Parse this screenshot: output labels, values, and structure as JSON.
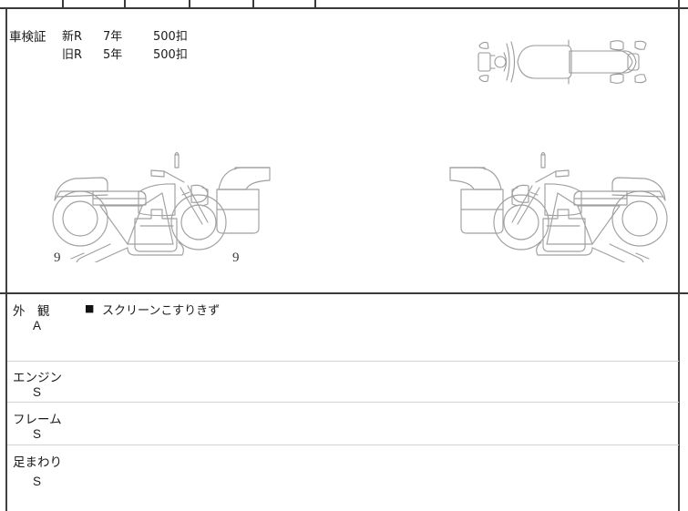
{
  "document": {
    "type": "motorcycle-auction-inspection-sheet",
    "language": "ja"
  },
  "header_row": {
    "ghost_text": "",
    "column_divider_positions": [
      68,
      136,
      207,
      277,
      345
    ]
  },
  "shaken": {
    "label": "車検証",
    "rows": [
      {
        "era": "新R",
        "year": "7年",
        "distance": "500扣"
      },
      {
        "era": "旧R",
        "year": "5年",
        "distance": "500扣"
      }
    ]
  },
  "diagrams": {
    "top_view": {
      "name": "motorcycle-top-view",
      "direction": "top"
    },
    "left_side_view": {
      "name": "motorcycle-right-side-view",
      "direction": "facing-right"
    },
    "right_side_view": {
      "name": "motorcycle-left-side-view",
      "direction": "facing-left"
    },
    "wheel_marks": [
      {
        "value": "9",
        "position": "rear-wheel-left-diagram"
      },
      {
        "value": "9",
        "position": "front-wheel-left-diagram"
      }
    ]
  },
  "conditions": [
    {
      "key": "exterior",
      "label": "外　観",
      "grade": "A",
      "notes": [
        {
          "bullet": "■",
          "text": "スクリーンこすりきず"
        }
      ]
    },
    {
      "key": "engine",
      "label": "エンジン",
      "grade": "S",
      "notes": []
    },
    {
      "key": "frame",
      "label": "フレーム",
      "grade": "S",
      "notes": []
    },
    {
      "key": "suspension",
      "label": "足まわり",
      "grade": "S",
      "notes": []
    }
  ],
  "colors": {
    "border_strong": "#3a3a3a",
    "border_soft": "#d2d2d2",
    "text": "#1b1b1b",
    "drawing_stroke": "#9a9a9a",
    "page_background": "#ffffff"
  }
}
